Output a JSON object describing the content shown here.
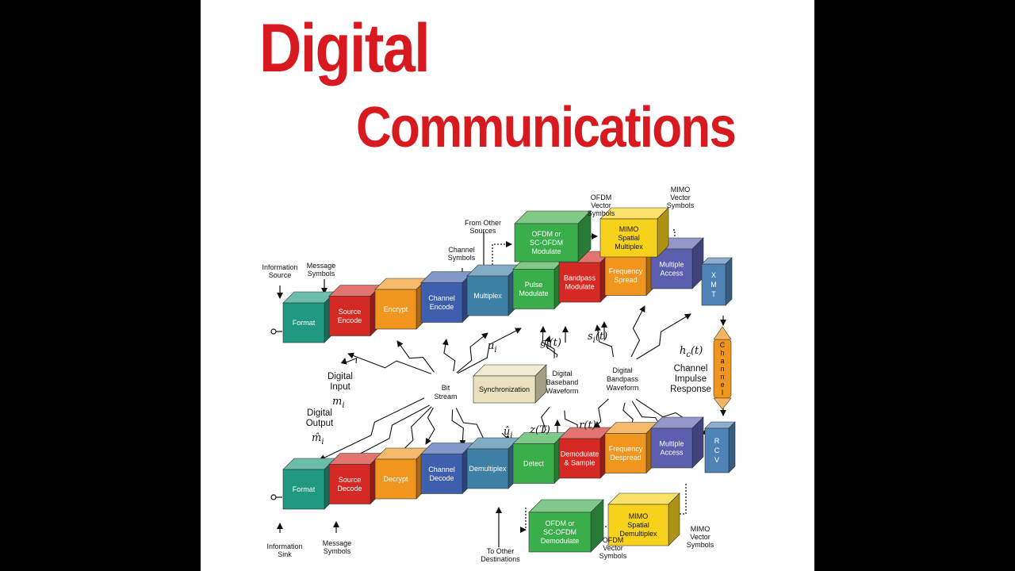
{
  "title": {
    "line1": "Digital",
    "line2": "Communications"
  },
  "transmit_blocks": [
    "Format",
    "Source Encode",
    "Encrypt",
    "Channel Encode",
    "Multiplex",
    "Pulse Modulate",
    "Bandpass Modulate",
    "Frequency Spread",
    "Multiple Access",
    "X M T"
  ],
  "receive_blocks": [
    "Format",
    "Source Decode",
    "Decrypt",
    "Channel Decode",
    "Demultiplex",
    "Detect",
    "Demodulate & Sample",
    "Frequency Despread",
    "Multiple Access",
    "R C V"
  ],
  "ofdm_blocks": {
    "top_ofdm": "OFDM or SC-OFDM Modulate",
    "top_mimo": "MIMO Spatial Multiplex",
    "bottom_ofdm": "OFDM or SC-OFDM Demodulate",
    "bottom_mimo": "MIMO Spatial Demultiplex"
  },
  "channel": "Channel",
  "sync": "Synchronization",
  "labels": {
    "info_source": "Information Source",
    "message_symbols_top": "Message Symbols",
    "channel_symbols": "Channel Symbols",
    "from_other_sources": "From Other Sources",
    "ofdm_vector_symbols_top": "OFDM Vector Symbols",
    "mimo_vector_symbols_top": "MIMO Vector Symbols",
    "digital_input": "Digital Input",
    "digital_output": "Digital Output",
    "bit_stream": "Bit Stream",
    "digital_baseband_waveform": "Digital Baseband Waveform",
    "digital_bandpass_waveform": "Digital Bandpass Waveform",
    "channel_impulse_response": "Channel Impulse Response",
    "info_sink": "Information Sink",
    "message_symbols_bottom": "Message Symbols",
    "to_other_destinations": "To Other Destinations",
    "ofdm_vector_symbols_bottom": "OFDM Vector Symbols",
    "mimo_vector_symbols_bottom": "MIMO Vector Symbols"
  },
  "math": {
    "mi": "m",
    "mi_hat": "m̂",
    "ui": "u",
    "ui_hat": "û",
    "gi": "g",
    "si": "s",
    "hc": "h",
    "zT": "z(T)",
    "rt": "r(t)"
  },
  "colors": {
    "title": "#d71920",
    "teal": "#1f9a80",
    "red": "#d42a23",
    "orange": "#f0951d",
    "blue": "#3d5fae",
    "steel": "#3e7fa6",
    "green": "#3aae4a",
    "purple": "#5b5fae",
    "xmt": "#4f83b6",
    "yellow": "#f7d21c",
    "sync": "#e9e2bd"
  }
}
